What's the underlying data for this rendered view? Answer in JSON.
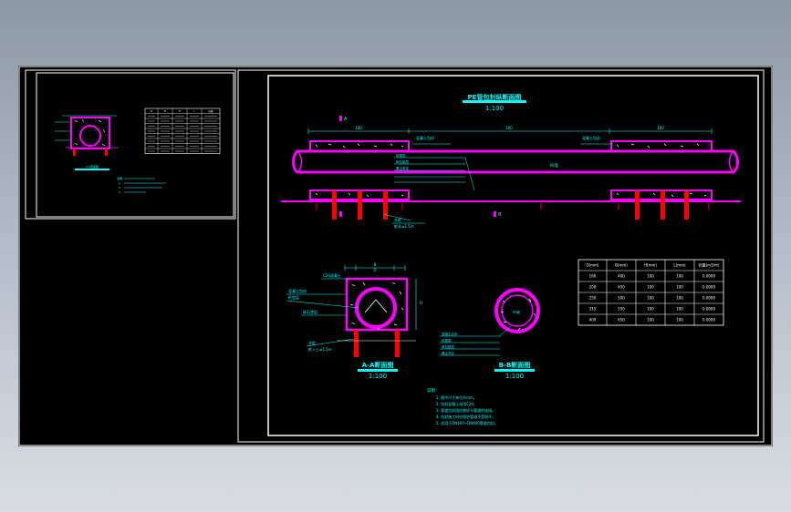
{
  "colors": {
    "background": "#000000",
    "frame": "#ffffff",
    "pipe": "#ff00ff",
    "annotation": "#00ffff",
    "pile": "#ff0000",
    "title_underline": "#00ffff"
  },
  "main_sheet": {
    "long_section": {
      "title": "PE管包封纵断面图",
      "scale": "1:100",
      "dims": [
        "100",
        "300",
        "100"
      ],
      "section_marks": [
        "A",
        "B"
      ],
      "pipe_label": "PE管",
      "notes": [
        "混凝土包封",
        "混凝土包封",
        "砂垫层",
        "碎石垫层",
        "素土夯实"
      ],
      "pile_label": "木桩",
      "pile_note": "桩长≥1.5m"
    },
    "section_a": {
      "title": "A-A断面图",
      "scale": "1:100",
      "labels": [
        "C20混凝土",
        "混凝土包封",
        "砂垫层",
        "碎石垫层",
        "木桩",
        "桩入土≥1.5m"
      ],
      "dims": [
        "B",
        "D",
        "H"
      ]
    },
    "section_b": {
      "title": "B-B断面图",
      "scale": "1:100",
      "labels": [
        "混凝土包封",
        "砂垫层",
        "碎石垫层",
        "素土夯实"
      ]
    },
    "table": {
      "headers": [
        "D(mm)",
        "B(mm)",
        "H(mm)",
        "L(mm)",
        "砼量(m3/m)"
      ],
      "rows": [
        [
          "160",
          "400",
          "100",
          "100",
          "0.0000"
        ],
        [
          "200",
          "450",
          "100",
          "100",
          "0.0000"
        ],
        [
          "250",
          "500",
          "100",
          "100",
          "0.0000"
        ],
        [
          "315",
          "550",
          "100",
          "100",
          "0.0000"
        ],
        [
          "400",
          "650",
          "100",
          "100",
          "0.0000"
        ]
      ]
    },
    "notes": {
      "heading": "说明：",
      "items": [
        "1. 图中尺寸单位为mm。",
        "2. 包封混凝土采用C20。",
        "3. 管道包封段应做好与管道的连接。",
        "4. 包封施工时应保护管道不受损坏。",
        "5. 适用于DN160~DN400管道包封。"
      ]
    }
  },
  "thumbnail_sheet": {
    "table_headers": [
      "D",
      "B",
      "H",
      "L",
      "砼量"
    ],
    "table_rows": 8,
    "title": "A-A断面图",
    "notes": [
      "说明：",
      "1.",
      "2.",
      "3."
    ]
  }
}
